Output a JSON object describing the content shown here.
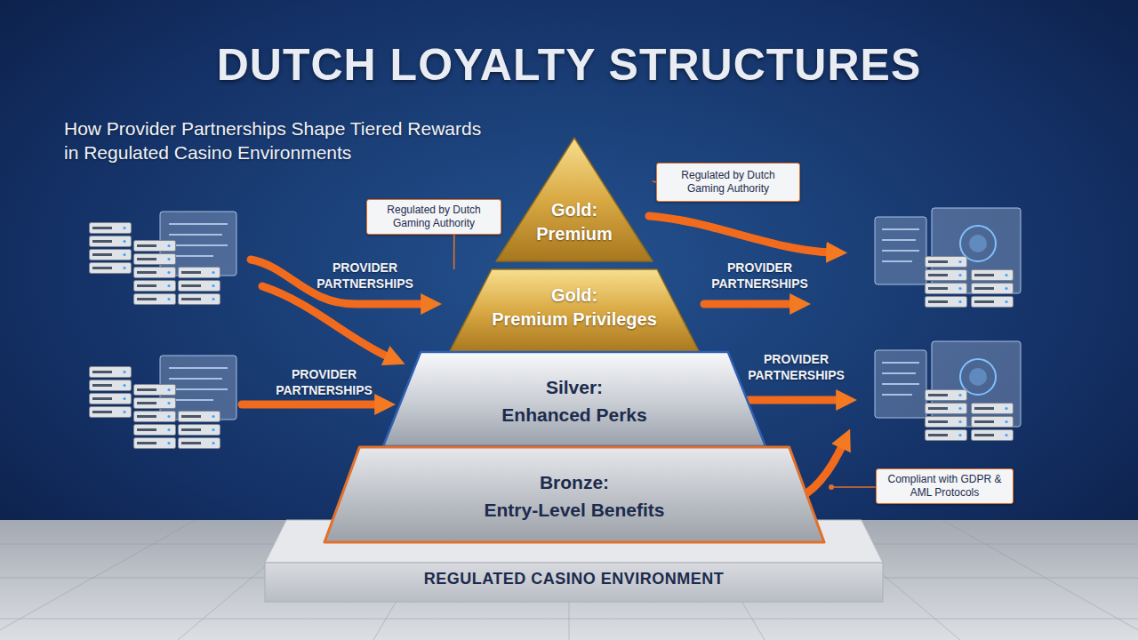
{
  "diagram": {
    "title": "DUTCH LOYALTY STRUCTURES",
    "nodes": [
      {
        "text": [
          "Gold:",
          "Premium"
        ]
      },
      {
        "text": [
          "Regulated by Dutch Gaming Authority"
        ]
      },
      {
        "text": [
          "Regulated by Dutch Gaming Authority"
        ]
      },
      {
        "text": [
          "Gold:",
          "Premium Privileges"
        ]
      },
      {
        "text": [
          "Silver:",
          "Enhanced Perks"
        ]
      },
      {
        "text": [
          "Bronze:",
          "Entry-Level Benefits"
        ]
      },
      {
        "text": [
          "Compliant with GDPR & AML Protocols"
        ]
      },
      {
        "text": [
          "REGULATED CASINO ENVIRONMENT"
        ]
      }
    ],
    "edges": [
      {
        "from": 1,
        "to": 0,
        "arrow": "none"
      },
      {
        "from": 2,
        "to": 3,
        "arrow": "none"
      }
    ],
    "labels": [
      "How Provider Partnerships Shape Tiered Rewards in Regulated Casino Environments",
      "PROVIDER PARTNERSHIPS",
      "PROVIDER PARTNERSHIPS",
      "PROVIDER PARTNERSHIPS",
      "PROVIDER PARTNERSHIPS"
    ]
  }
}
